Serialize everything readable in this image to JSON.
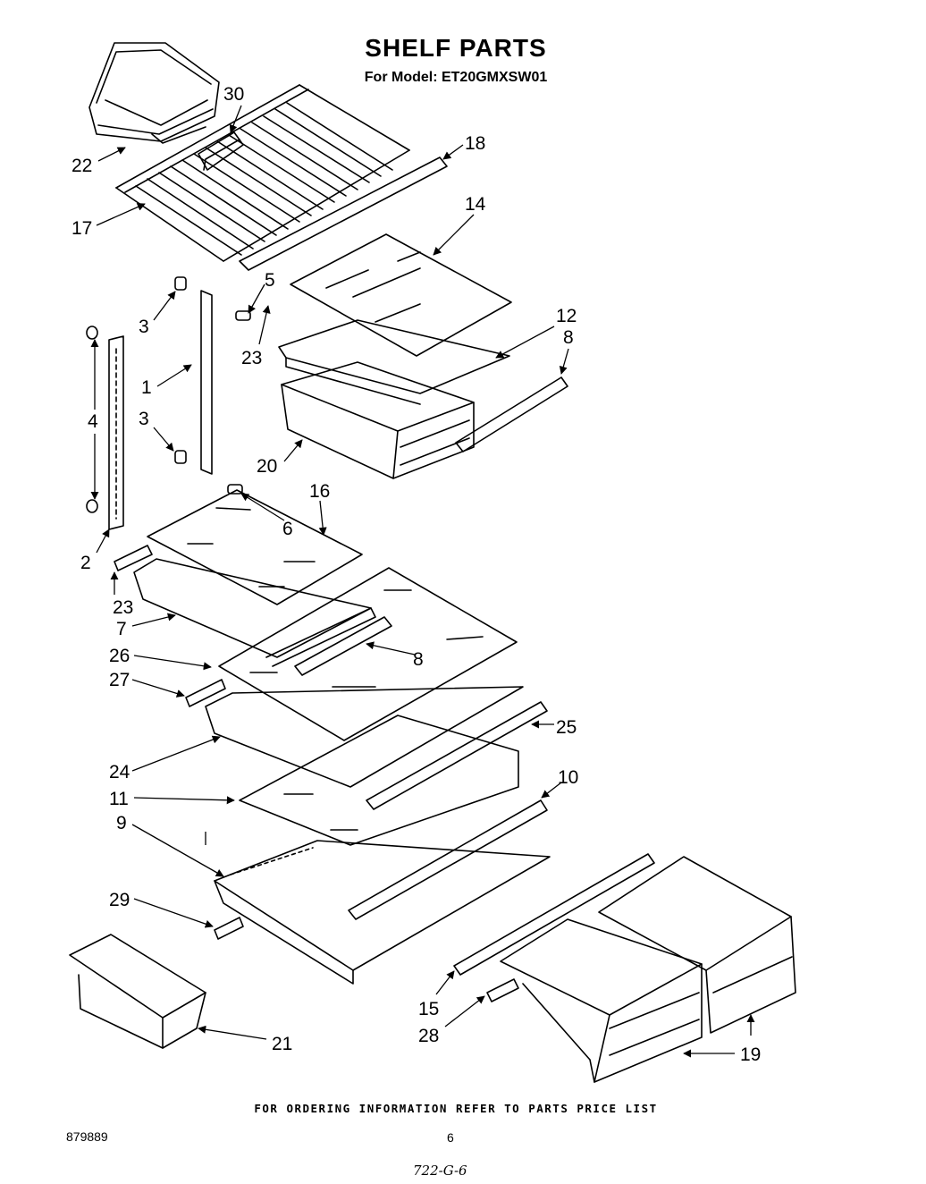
{
  "header": {
    "title": "SHELF PARTS",
    "subtitle": "For Model: ET20GMXSW01"
  },
  "callouts": [
    "30",
    "18",
    "22",
    "17",
    "14",
    "5",
    "3",
    "12",
    "8",
    "23",
    "1",
    "4",
    "3",
    "20",
    "16",
    "6",
    "2",
    "23",
    "7",
    "26",
    "8",
    "27",
    "25",
    "24",
    "10",
    "11",
    "9",
    "29",
    "15",
    "28",
    "21",
    "19"
  ],
  "footer": {
    "ordering_note": "FOR ORDERING INFORMATION REFER TO PARTS PRICE LIST",
    "document_number": "879889",
    "page_number": "6",
    "handwritten_code": "722-G-6"
  }
}
